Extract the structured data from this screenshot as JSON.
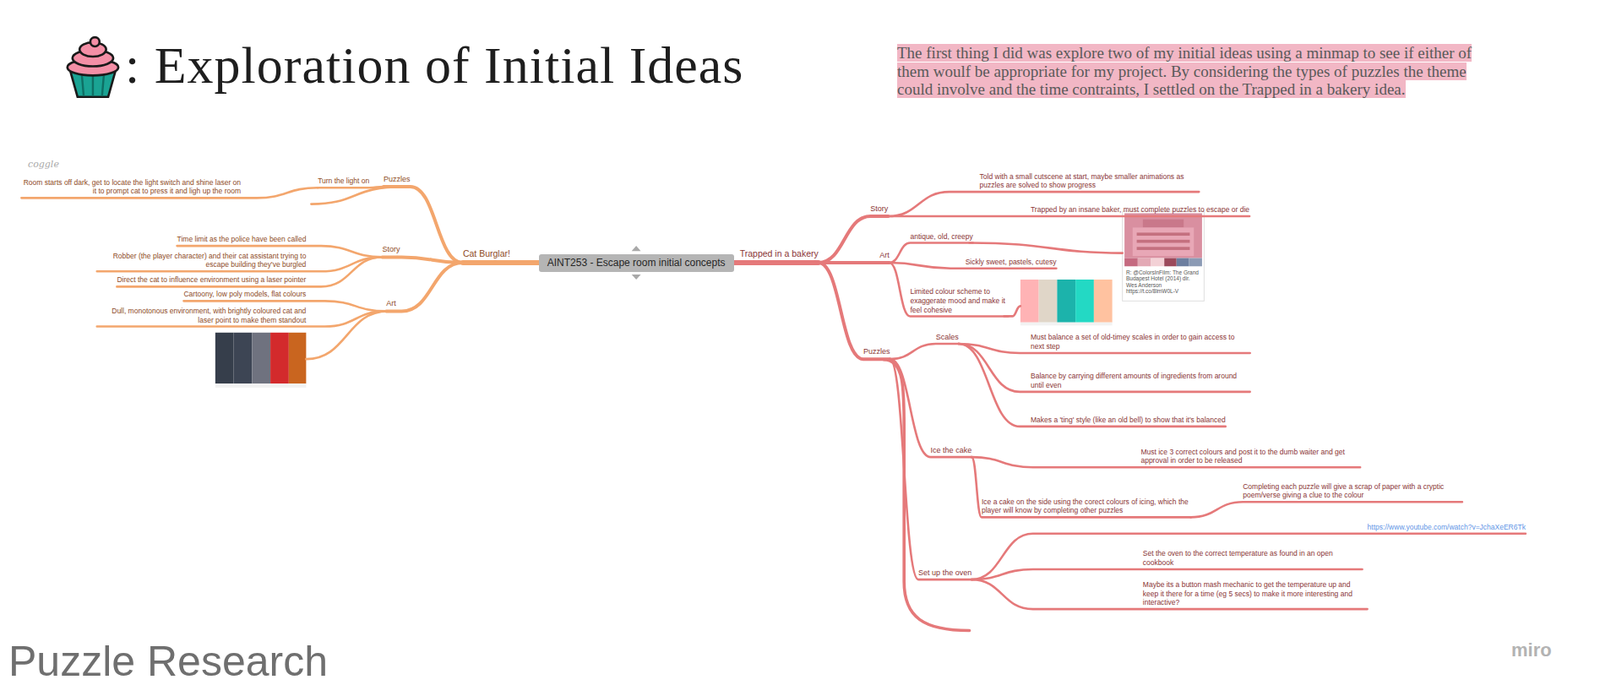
{
  "diagram": {
    "title": ": Exploration of Initial Ideas",
    "nodes": [
      {
        "text": [
          "AINT253 - Escape room initial concepts"
        ]
      },
      {
        "text": [
          "Cat Burglar!"
        ]
      },
      {
        "text": [
          "Puzzles"
        ]
      },
      {
        "text": [
          "Turn the light on"
        ]
      },
      {
        "text": [
          "Room starts off dark, get to locate the light switch and shine laser on it to prompt cat to press it and ligh up the room"
        ]
      },
      {
        "text": [
          "Story"
        ]
      },
      {
        "text": [
          "Time limit as the police have been called"
        ]
      },
      {
        "text": [
          "Robber (the player character) and their cat assistant trying to escape building they've burgled"
        ]
      },
      {
        "text": [
          "Direct the cat to influence environment using a laser pointer"
        ]
      },
      {
        "text": [
          "Art"
        ]
      },
      {
        "text": [
          "Cartoony, low poly models, flat colours"
        ]
      },
      {
        "text": [
          "Dull, monotonous environment, with brightly coloured cat and laser point to make them standout"
        ]
      },
      {
        "text": [
          "Trapped in a bakery"
        ]
      },
      {
        "text": [
          "Story"
        ]
      },
      {
        "text": [
          "Told with a small cutscene at start, maybe smaller animations as puzzles are solved to show progress"
        ]
      },
      {
        "text": [
          "Trapped by an insane baker, must complete puzzles to escape or die"
        ]
      },
      {
        "text": [
          "Art"
        ]
      },
      {
        "text": [
          "antique, old, creepy"
        ]
      },
      {
        "text": [
          "Sickly sweet, pastels, cutesy"
        ]
      },
      {
        "text": [
          "Limited colour scheme to exaggerate mood and make it feel cohesive"
        ]
      },
      {
        "text": [
          "Puzzles"
        ]
      },
      {
        "text": [
          "Scales"
        ]
      },
      {
        "text": [
          "Must balance a set of old-timey scales in order to gain access to next step"
        ]
      },
      {
        "text": [
          "Balance by carrying different amounts of ingredients from around until even"
        ]
      },
      {
        "text": [
          "Makes a 'ting' style (like an old bell) to show that it's balanced"
        ]
      },
      {
        "text": [
          "Ice the cake"
        ]
      },
      {
        "text": [
          "Must ice 3 correct colours and post it to the dumb waiter and get approval in order to be released"
        ]
      },
      {
        "text": [
          "Ice a cake on the side using the corect colours of icing, which the player will know by completing other puzzles"
        ]
      },
      {
        "text": [
          "Completing each puzzle will give a scrap of paper with a cryptic poem/verse giving a clue to the colour"
        ]
      },
      {
        "text": [
          "Set up the oven"
        ]
      },
      {
        "text": [
          "https://www.youtube.com/watch?v=JchaXeER6Tk"
        ]
      },
      {
        "text": [
          "Set the oven to the correct temperature as found in an open cookbook"
        ]
      },
      {
        "text": [
          "Maybe its a button mash mechanic to get the temperature up and keep it there for a time (eg 5 secs) to make it more interesting and interactive?"
        ]
      }
    ],
    "edges": [
      {
        "from": 0,
        "to": 1,
        "arrow": "none"
      },
      {
        "from": 1,
        "to": 2,
        "arrow": "none"
      },
      {
        "from": 2,
        "to": 3,
        "arrow": "none"
      },
      {
        "from": 3,
        "to": 4,
        "arrow": "none"
      },
      {
        "from": 1,
        "to": 5,
        "arrow": "none"
      },
      {
        "from": 5,
        "to": 6,
        "arrow": "none"
      },
      {
        "from": 5,
        "to": 7,
        "arrow": "none"
      },
      {
        "from": 5,
        "to": 8,
        "arrow": "none"
      },
      {
        "from": 1,
        "to": 9,
        "arrow": "none"
      },
      {
        "from": 9,
        "to": 10,
        "arrow": "none"
      },
      {
        "from": 9,
        "to": 11,
        "arrow": "none"
      },
      {
        "from": 0,
        "to": 12,
        "arrow": "none"
      },
      {
        "from": 12,
        "to": 13,
        "arrow": "none"
      },
      {
        "from": 13,
        "to": 14,
        "arrow": "none"
      },
      {
        "from": 13,
        "to": 15,
        "arrow": "none"
      },
      {
        "from": 12,
        "to": 16,
        "arrow": "none"
      },
      {
        "from": 16,
        "to": 17,
        "arrow": "none"
      },
      {
        "from": 16,
        "to": 18,
        "arrow": "none"
      },
      {
        "from": 16,
        "to": 19,
        "arrow": "none"
      },
      {
        "from": 12,
        "to": 20,
        "arrow": "none"
      },
      {
        "from": 20,
        "to": 21,
        "arrow": "none"
      },
      {
        "from": 21,
        "to": 22,
        "arrow": "none"
      },
      {
        "from": 21,
        "to": 23,
        "arrow": "none"
      },
      {
        "from": 21,
        "to": 24,
        "arrow": "none"
      },
      {
        "from": 20,
        "to": 25,
        "arrow": "none"
      },
      {
        "from": 25,
        "to": 26,
        "arrow": "none"
      },
      {
        "from": 25,
        "to": 27,
        "arrow": "none"
      },
      {
        "from": 27,
        "to": 28,
        "arrow": "none"
      },
      {
        "from": 20,
        "to": 29,
        "arrow": "none"
      },
      {
        "from": 29,
        "to": 30,
        "arrow": "none"
      },
      {
        "from": 29,
        "to": 31,
        "arrow": "none"
      },
      {
        "from": 29,
        "to": 32,
        "arrow": "none"
      }
    ],
    "labels": [
      "The first thing I did was explore two of my initial ideas using a minmap to see if either of them woulf be appropriate for my project. By considering the types of puzzles the theme could involve and the time contraints, I settled on the Trapped in a bakery idea.",
      "coggle",
      "R: @ColorsInFilm: The Grand Budapest Hotel (2014) dir. Wes Anderson https://t.co/8lmW0L-V",
      "Puzzle Research",
      "miro"
    ]
  }
}
